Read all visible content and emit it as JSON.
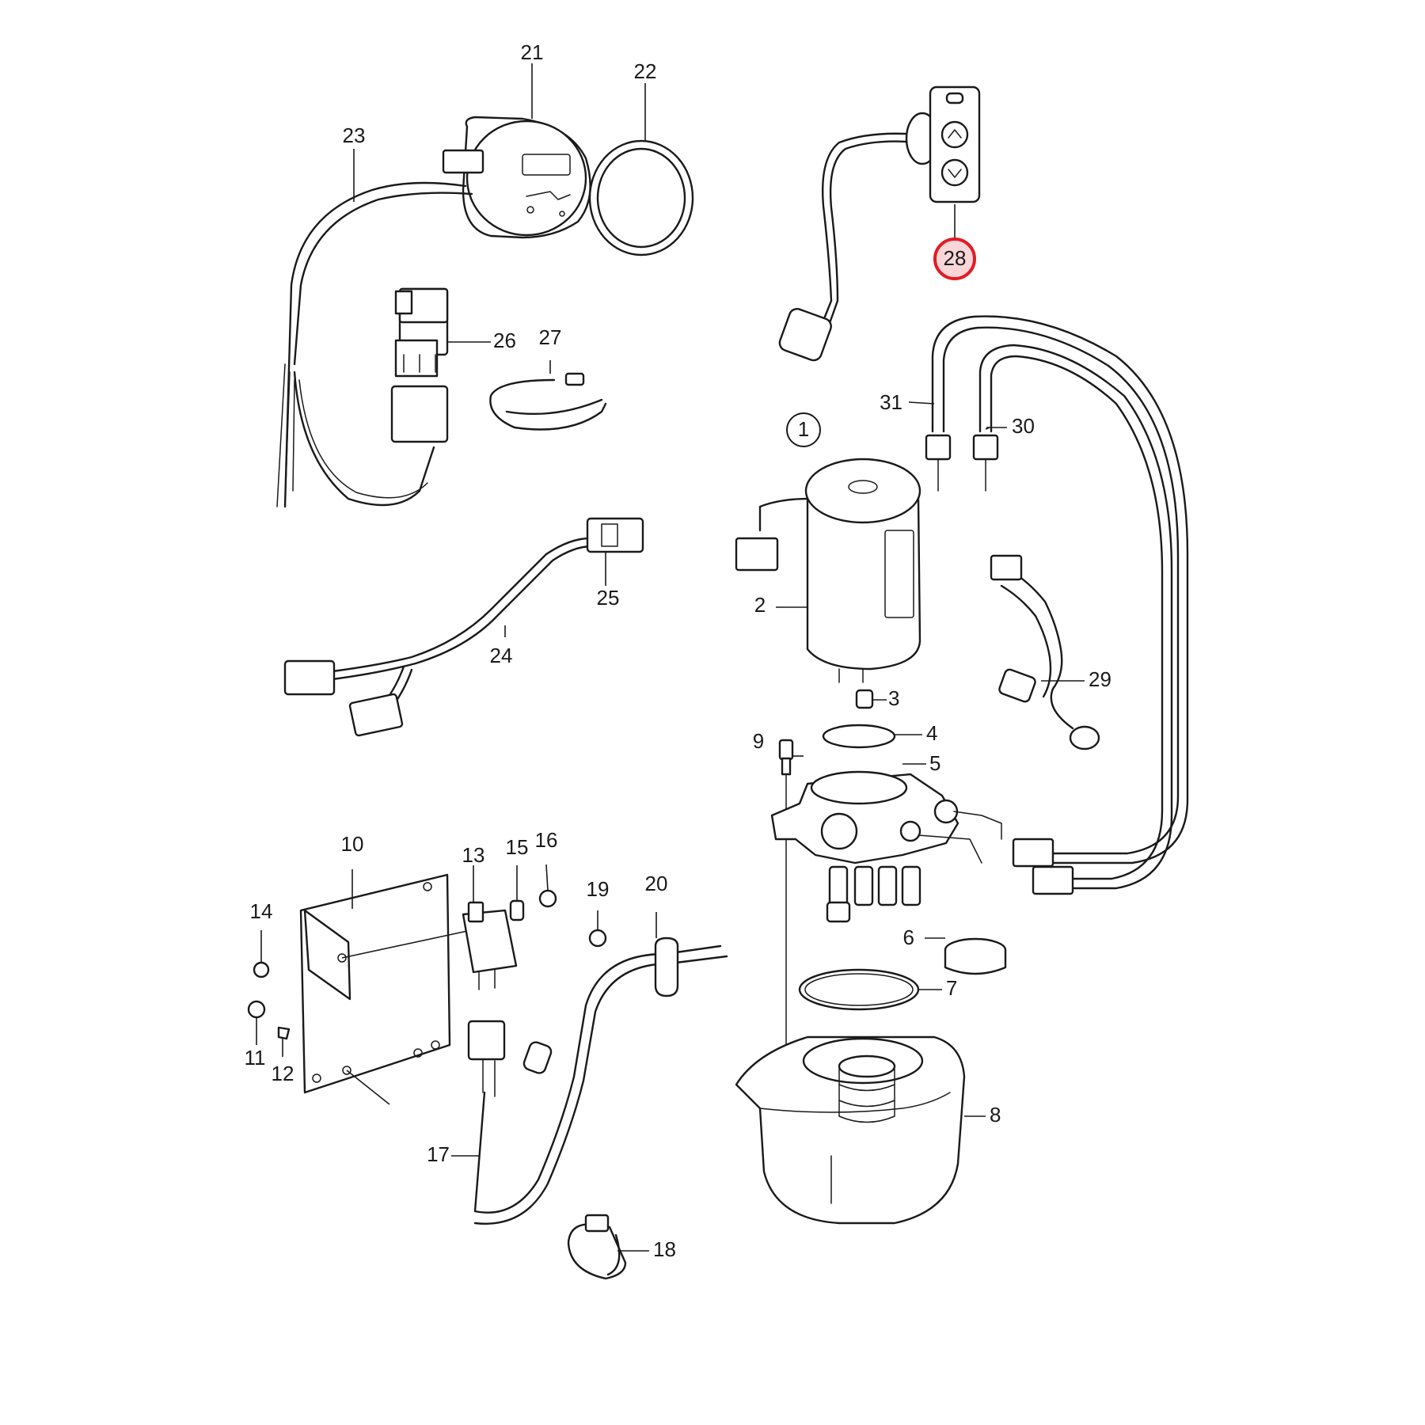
{
  "diagram": {
    "highlight_color": "#e31b23",
    "line_color": "#1a1a1a",
    "group_marker": "1",
    "highlighted_part": "28",
    "parts": [
      {
        "num": "2"
      },
      {
        "num": "3"
      },
      {
        "num": "4"
      },
      {
        "num": "5"
      },
      {
        "num": "6"
      },
      {
        "num": "7"
      },
      {
        "num": "8"
      },
      {
        "num": "9"
      },
      {
        "num": "10"
      },
      {
        "num": "11"
      },
      {
        "num": "12"
      },
      {
        "num": "13"
      },
      {
        "num": "14"
      },
      {
        "num": "15"
      },
      {
        "num": "16"
      },
      {
        "num": "17"
      },
      {
        "num": "18"
      },
      {
        "num": "19"
      },
      {
        "num": "20"
      },
      {
        "num": "21"
      },
      {
        "num": "22"
      },
      {
        "num": "23"
      },
      {
        "num": "24"
      },
      {
        "num": "25"
      },
      {
        "num": "26"
      },
      {
        "num": "27"
      },
      {
        "num": "28"
      },
      {
        "num": "29"
      },
      {
        "num": "30"
      },
      {
        "num": "31"
      }
    ]
  }
}
